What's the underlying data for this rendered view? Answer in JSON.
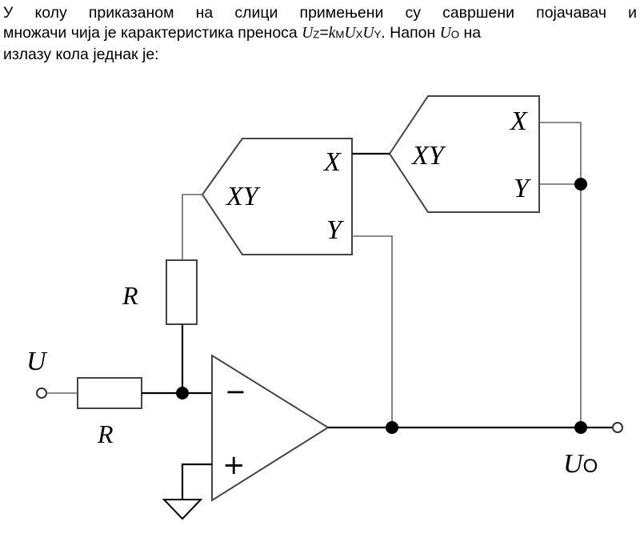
{
  "question": {
    "line1": "У колу приказаном на слици примењени су савршени појачавач и",
    "line2_a": "множачи чија је карактеристика преноса ",
    "line2_uz": "U",
    "line2_uz_sub": "Z",
    "line2_eq": "=",
    "line2_k": "k",
    "line2_k_sub": "M",
    "line2_ux": "U",
    "line2_ux_sub": "X",
    "line2_uy": "U",
    "line2_uy_sub": "Y",
    "line2_b": ". Напон ",
    "line2_uo": "U",
    "line2_uo_sub": "O",
    "line2_c": " на",
    "line3": "излазу кола једнак је:"
  },
  "circuit": {
    "input_label": "U",
    "output_label_main": "U",
    "output_label_sub": "O",
    "resistor_input_label": "R",
    "resistor_feedback_label": "R",
    "multiplier1": {
      "label": "XY",
      "in_x": "X",
      "in_y": "Y"
    },
    "multiplier2": {
      "label": "XY",
      "in_x": "X",
      "in_y": "Y"
    },
    "opamp": {
      "minus": "−",
      "plus": "+"
    }
  }
}
